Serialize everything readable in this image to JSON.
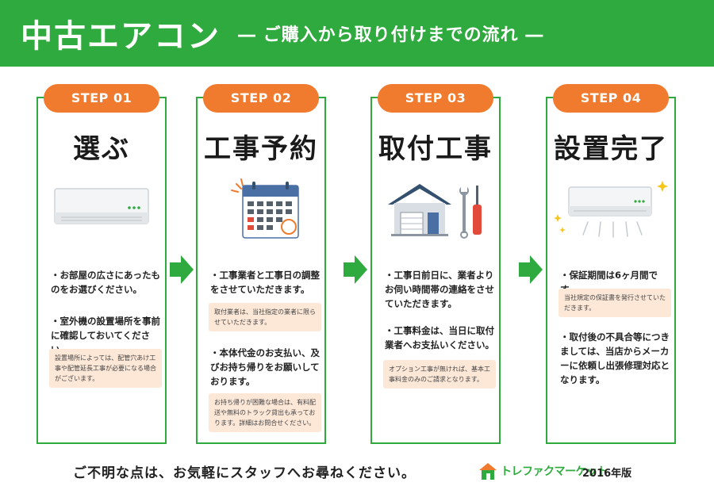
{
  "header": {
    "title": "中古エアコン",
    "subtitle": "― ご購入から取り付けまでの流れ ―"
  },
  "colors": {
    "brand_green": "#2eaa3e",
    "badge_orange": "#f07a2d",
    "note_bg": "#fde8d8"
  },
  "steps": [
    {
      "badge": "STEP 01",
      "title": "選ぶ",
      "icon": "air-conditioner-icon",
      "bullets": [
        "・お部屋の広さにあったものをお選びください。",
        "・室外機の設置場所を事前に確認しておいてください。"
      ],
      "notes": [
        "設置場所によっては、配管穴あけ工事や配管延長工事が必要になる場合がございます。"
      ]
    },
    {
      "badge": "STEP 02",
      "title": "工事予約",
      "icon": "calendar-icon",
      "bullets": [
        "・工事業者と工事日の調整をさせていただきます。",
        "・本体代金のお支払い、及びお持ち帰りをお願いしております。"
      ],
      "notes": [
        "取付業者は、当社指定の業者に限らせていただきます。",
        "お持ち帰りが困難な場合は、有料配送や無料のトラック貸出も承っております。詳細はお問合せください。"
      ]
    },
    {
      "badge": "STEP 03",
      "title": "取付工事",
      "icon": "house-tools-icon",
      "bullets": [
        "・工事日前日に、業者よりお伺い時間帯の連絡をさせていただきます。",
        "・工事料金は、当日に取付業者へお支払いください。"
      ],
      "notes": [
        "オプション工事が無ければ、基本工事料金のみのご請求となります。"
      ]
    },
    {
      "badge": "STEP 04",
      "title": "設置完了",
      "icon": "air-conditioner-running-icon",
      "bullets": [
        "・保証期間は6ヶ月間です。",
        "・取付後の不具合等につきましては、当店からメーカーに依頼し出張修理対応となります。"
      ],
      "notes": [
        "当社規定の保証書を発行させていただきます。"
      ]
    }
  ],
  "footer": {
    "message": "ご不明な点は、お気軽にスタッフへお尋ねください。",
    "logo_text": "トレファクマーケット",
    "edition": "2016年版"
  }
}
